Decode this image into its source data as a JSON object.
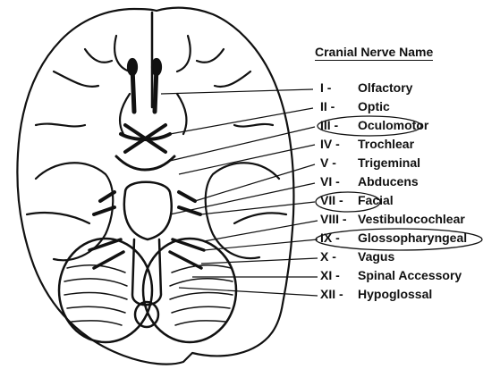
{
  "legend": {
    "title": "Cranial Nerve Name",
    "nerves": [
      {
        "numeral": "I -",
        "name": "Olfactory",
        "circled": false
      },
      {
        "numeral": "II -",
        "name": "Optic",
        "circled": false
      },
      {
        "numeral": "III -",
        "name": "Oculomotor",
        "circled": true
      },
      {
        "numeral": "IV -",
        "name": "Trochlear",
        "circled": false
      },
      {
        "numeral": "V -",
        "name": "Trigeminal",
        "circled": false
      },
      {
        "numeral": "VI -",
        "name": "Abducens",
        "circled": false
      },
      {
        "numeral": "VII -",
        "name": "Facial",
        "circled": true
      },
      {
        "numeral": "VIII -",
        "name": "Vestibulocochlear",
        "circled": false
      },
      {
        "numeral": "IX -",
        "name": "Glossopharyngeal",
        "circled": true
      },
      {
        "numeral": "X -",
        "name": "Vagus",
        "circled": false
      },
      {
        "numeral": "XI -",
        "name": "Spinal Accessory",
        "circled": false
      },
      {
        "numeral": "XII -",
        "name": "Hypoglossal",
        "circled": false
      }
    ]
  },
  "colors": {
    "ink": "#111111",
    "background": "#ffffff"
  }
}
